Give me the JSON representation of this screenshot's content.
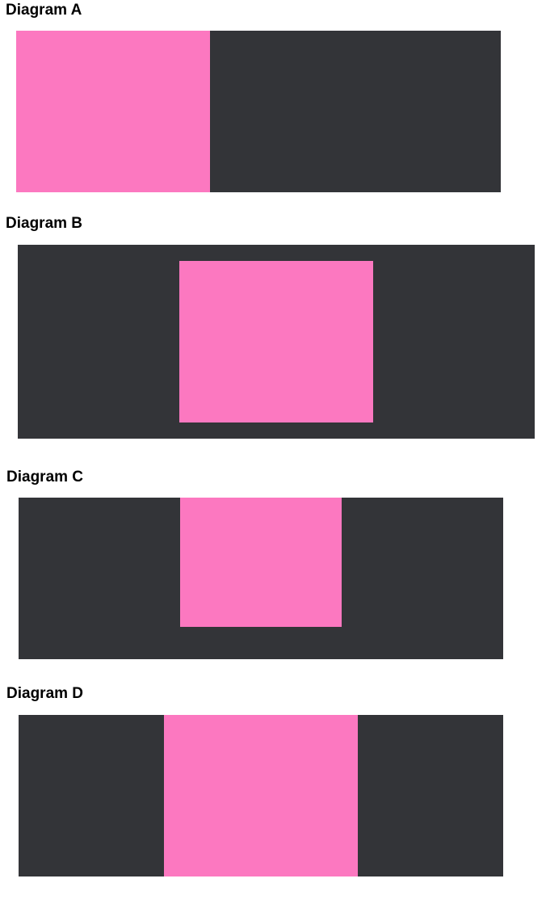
{
  "diagrams": [
    {
      "title": "Diagram A"
    },
    {
      "title": "Diagram B"
    },
    {
      "title": "Diagram C"
    },
    {
      "title": "Diagram D"
    }
  ],
  "colors": {
    "background": "#ffffff",
    "panel": "#333438",
    "block": "#fc78c0",
    "title_text": "#000000"
  }
}
